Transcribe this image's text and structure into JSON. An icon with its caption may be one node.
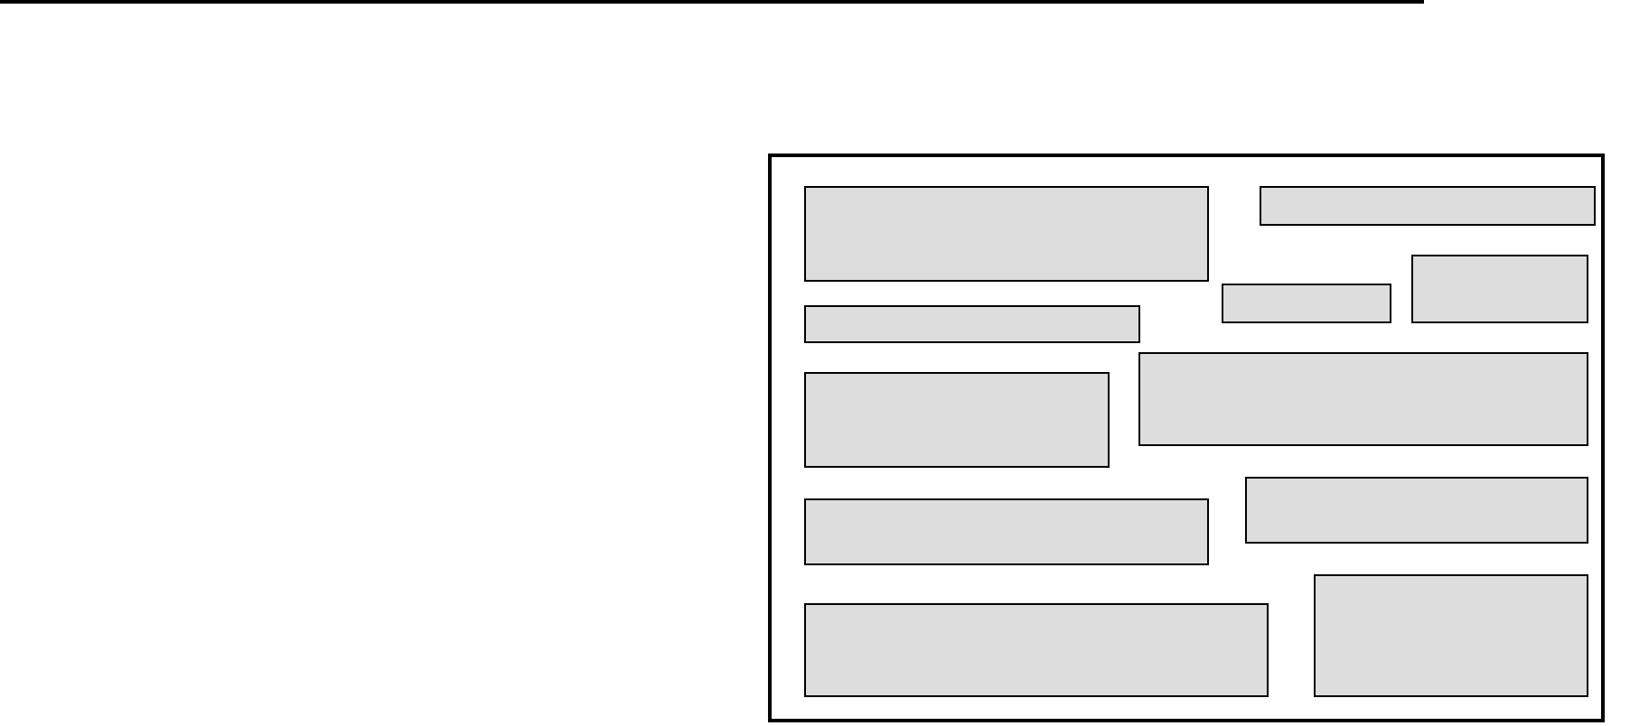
{
  "diagram": {
    "nodes": [
      {
        "text": [],
        "shape": "box"
      },
      {
        "text": [],
        "shape": "box",
        "in": 0
      },
      {
        "text": [],
        "shape": "box",
        "in": 0
      },
      {
        "text": [],
        "shape": "box",
        "in": 0
      },
      {
        "text": [],
        "shape": "box",
        "in": 0
      },
      {
        "text": [],
        "shape": "box",
        "in": 0
      },
      {
        "text": [],
        "shape": "box",
        "in": 0
      },
      {
        "text": [],
        "shape": "box",
        "in": 0
      },
      {
        "text": [],
        "shape": "box",
        "in": 0
      },
      {
        "text": [],
        "shape": "box",
        "in": 0
      },
      {
        "text": [],
        "shape": "box",
        "in": 0
      },
      {
        "text": [],
        "shape": "box",
        "in": 0
      }
    ]
  }
}
